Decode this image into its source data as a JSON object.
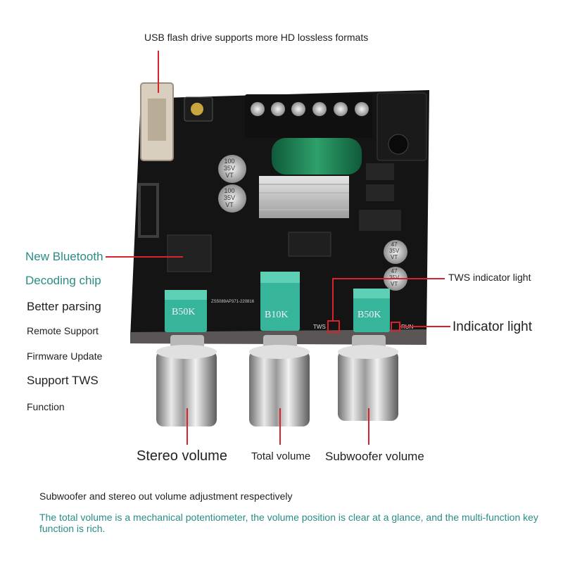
{
  "header_caption": "USB flash drive supports more HD lossless formats",
  "left_features": {
    "bluetooth_line1": "New Bluetooth",
    "bluetooth_line2": "Decoding chip",
    "parsing": "Better parsing",
    "remote": "Remote Support",
    "firmware": "Firmware Update",
    "tws_line1": "Support TWS",
    "tws_line2": "Function"
  },
  "right_callouts": {
    "tws_indicator": "TWS indicator light",
    "indicator": "Indicator light"
  },
  "knob_labels": {
    "stereo": "Stereo volume",
    "total": "Total volume",
    "subwoofer": "Subwoofer volume"
  },
  "pot_markings": {
    "left": "B50K",
    "center": "B10K",
    "right": "B50K"
  },
  "board_markings": {
    "cap1_line1": "100",
    "cap1_line2": "35V",
    "cap1_line3": "VT",
    "cap2_line1": "100",
    "cap2_line2": "35V",
    "cap2_line3": "VT",
    "cap3_line1": "47",
    "cap3_line2": "35V",
    "cap3_line3": "VT",
    "cap4_line1": "47",
    "cap4_line2": "35V",
    "cap4_line3": "VT",
    "pcb_code": "ZS5089AP371-220816",
    "tws_silk": "TWS",
    "run_silk": "RUN"
  },
  "bottom_note": "Subwoofer and stereo out volume adjustment respectively",
  "bottom_highlight": "The total volume is a mechanical potentiometer, the volume position is clear at a glance, and the multi-function key function is rich.",
  "colors": {
    "accent_teal": "#2a8c86",
    "callout_red": "#d8232a",
    "pcb_black": "#141414",
    "pot_green": "#37b59a"
  }
}
